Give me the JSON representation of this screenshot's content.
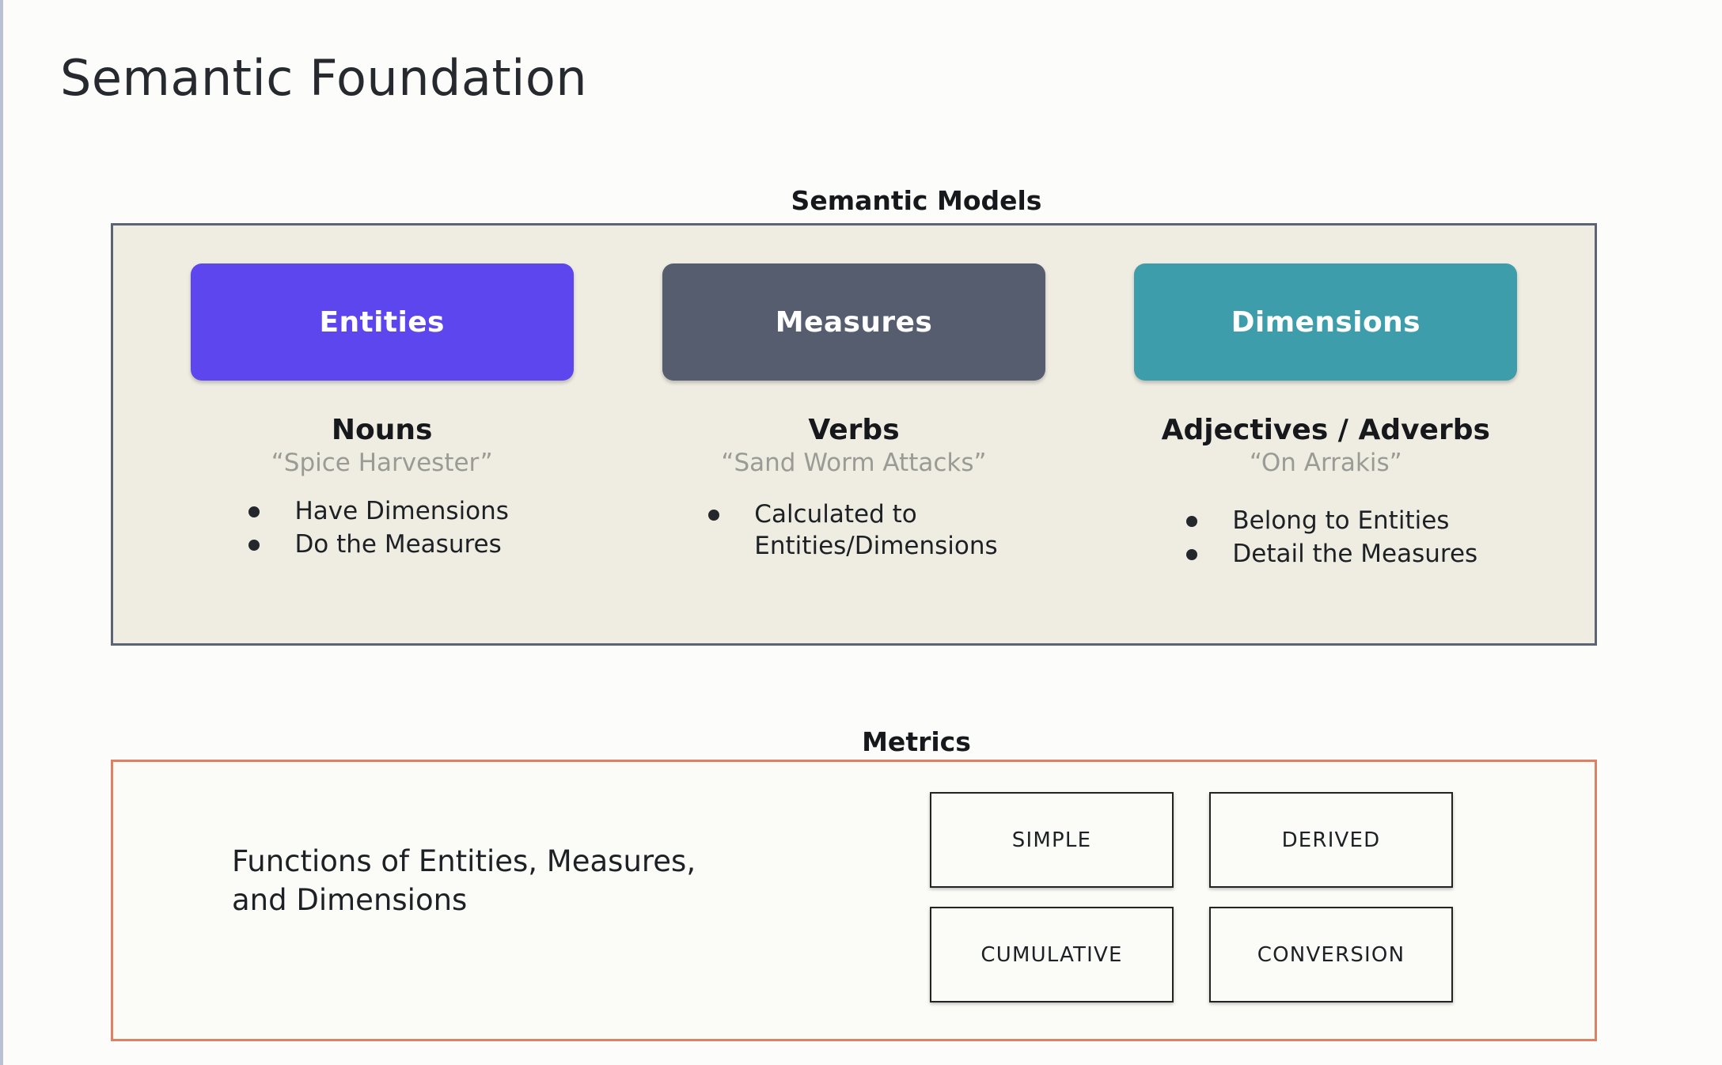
{
  "slide": {
    "title": "Semantic Foundation"
  },
  "semantic_models": {
    "heading": "Semantic Models",
    "columns": [
      {
        "pill_label": "Entities",
        "pill_color": "#5e46ee",
        "part_of_speech": "Nouns",
        "example": "“Spice Harvester”",
        "bullets": [
          "Have Dimensions",
          "Do the Measures"
        ]
      },
      {
        "pill_label": "Measures",
        "pill_color": "#555d6f",
        "part_of_speech": "Verbs",
        "example": "“Sand Worm Attacks”",
        "bullets": [
          "Calculated to\nEntities/Dimensions"
        ]
      },
      {
        "pill_label": "Dimensions",
        "pill_color": "#3e9daa",
        "part_of_speech": "Adjectives / Adverbs",
        "example": "“On Arrakis”",
        "bullets": [
          "Belong to Entities",
          "Detail the Measures"
        ]
      }
    ]
  },
  "metrics": {
    "heading": "Metrics",
    "description": "Functions of Entities, Measures,\nand Dimensions",
    "border_color": "#dd8063",
    "types": [
      "SIMPLE",
      "DERIVED",
      "CUMULATIVE",
      "CONVERSION"
    ]
  }
}
